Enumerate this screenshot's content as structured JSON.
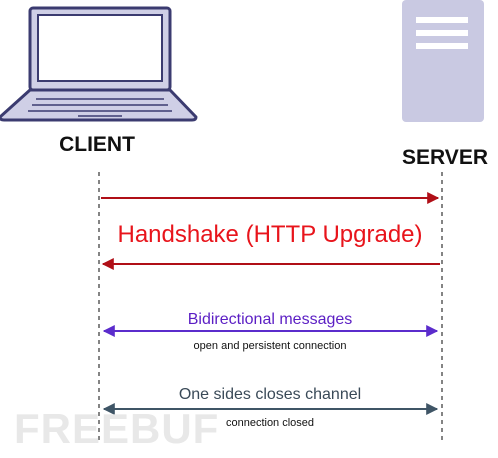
{
  "participants": {
    "client": {
      "label": "CLIENT",
      "icon": "laptop-icon"
    },
    "server": {
      "label": "SERVER",
      "icon": "server-icon"
    }
  },
  "messages": [
    {
      "id": "handshake-request",
      "direction": "client-to-server",
      "label": "",
      "sublabel": "",
      "color": "#b00f17"
    },
    {
      "id": "handshake-response",
      "direction": "server-to-client",
      "label": "Handshake (HTTP Upgrade)",
      "sublabel": "",
      "color": "#b00f17",
      "text_color": "#e8141b"
    },
    {
      "id": "bidirectional",
      "direction": "both",
      "label": "Bidirectional messages",
      "sublabel": "open and persistent connection",
      "color": "#5b2ccc",
      "text_color": "#5b1ec4"
    },
    {
      "id": "close",
      "direction": "both",
      "label": "One sides closes channel",
      "sublabel": "connection closed",
      "color": "#3f5566",
      "text_color": "#3a4a58"
    }
  ],
  "colors": {
    "laptop_stroke": "#3b3b70",
    "laptop_fill": "#cfcfe6",
    "server_fill": "#c9c9e2",
    "lifeline": "#333333"
  },
  "watermark": "FREEBUF"
}
